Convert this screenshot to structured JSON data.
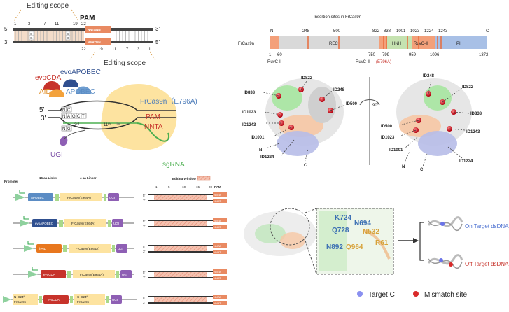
{
  "top_left": {
    "editing_scope_top": "Editing scope",
    "editing_scope_bottom": "Editing scope",
    "pam": "PAM",
    "strand_top_5": "5'",
    "strand_top_3": "3'",
    "strand_bot_3": "3'",
    "strand_bot_5": "5'",
    "top_positions": [
      "1",
      "3",
      "7",
      "11",
      "19",
      "22"
    ],
    "bottom_positions": [
      "22",
      "19",
      "11",
      "7",
      "3",
      "1"
    ],
    "pam_top_seq": "NNTANN",
    "pam_bot_seq": "NNATNN",
    "base_c": "C",
    "base_g": "G"
  },
  "mid_left": {
    "evocda": "evoCDA",
    "evoapobec": "evoAPOBEC",
    "aid": "AID",
    "apobec": "APOBEC",
    "frcas9n": "FrCas9n（E796A)",
    "pam": "PAM",
    "nnta": "NNTA",
    "ugi": "UGI",
    "sgrna": "sgRNA",
    "five": "5'",
    "three": "3'",
    "pos3": "3ʳᵈ",
    "pos11": "11ᵗʰ",
    "seq_top": [
      "N",
      "C"
    ],
    "seq_mid": [
      "N",
      "A",
      "G",
      "C",
      "T"
    ],
    "seq_bot": [
      "N",
      "G"
    ]
  },
  "constructs": {
    "promoter": "Promoter",
    "linker16": "16 aa Linker",
    "linker4": "4 aa Linker",
    "editing_window": "Editing Window",
    "pam": "PAM",
    "ticks": [
      "1",
      "5",
      "10",
      "15",
      "20"
    ],
    "five": "5'",
    "three": "3'",
    "pam_top": "NNTA",
    "pam_bot": "NNAT",
    "rows": [
      {
        "deaminase": "APOBEC",
        "deam_color": "#5b8cc4",
        "cas": "FrCas9n(E964A)",
        "ugi": "UGI"
      },
      {
        "deaminase": "evoAPOBEC",
        "deam_color": "#2f4f8f",
        "cas": "FrCas9n(E964A)",
        "ugi": "UGI"
      },
      {
        "deaminase": "hAID",
        "deam_color": "#e8771e",
        "cas": "FrCas9n(E964A)",
        "ugi": "UGI"
      },
      {
        "deaminase": "evoCDA",
        "deam_color": "#c7332b",
        "cas": "FrCas9n(E964A)",
        "ugi": "UGI"
      }
    ],
    "last_row": {
      "n_part": "N- 824ᵗʰ",
      "n_part2": "FrCas9n",
      "deaminase": "evoCDA",
      "c_part": "C- 824ᵗʰ",
      "c_part2": "FrCas9n",
      "ugi": "UGI"
    }
  },
  "domains": {
    "title": "Insertion sites in FrCas9n",
    "protein": "FrCas9n",
    "n": "N",
    "c": "C",
    "rec": "REC",
    "hnh": "HNH",
    "ruvc3": "RuvC-Ⅲ",
    "pi": "PI",
    "top_nums": [
      "248",
      "500",
      "822",
      "838",
      "1001",
      "1023",
      "1224",
      "1243"
    ],
    "bottom_nums": [
      "1",
      "60",
      "750",
      "799",
      "959",
      "1096",
      "1372"
    ],
    "ruvc1": "RuvC-Ⅰ",
    "ruvc2": "RuvC-Ⅱ",
    "e796a": "(E796A)"
  },
  "structures": {
    "left_labels": [
      "ID822",
      "ID838",
      "ID248",
      "ID500",
      "ID1023",
      "ID1243",
      "ID1001",
      "ID1224",
      "N",
      "C"
    ],
    "right_labels": [
      "ID248",
      "ID822",
      "ID838",
      "ID500",
      "ID1243",
      "ID1023",
      "ID1001",
      "ID1224",
      "N",
      "C"
    ],
    "rotation": "90°"
  },
  "bottom_right": {
    "residues": [
      "K724",
      "N694",
      "Q728",
      "N532",
      "N892",
      "Q964",
      "R61"
    ],
    "on_target": "On Target dsDNA",
    "off_target": "Off Target dsDNA",
    "legend_target": "Target C",
    "legend_mismatch": "Mismatch site"
  }
}
